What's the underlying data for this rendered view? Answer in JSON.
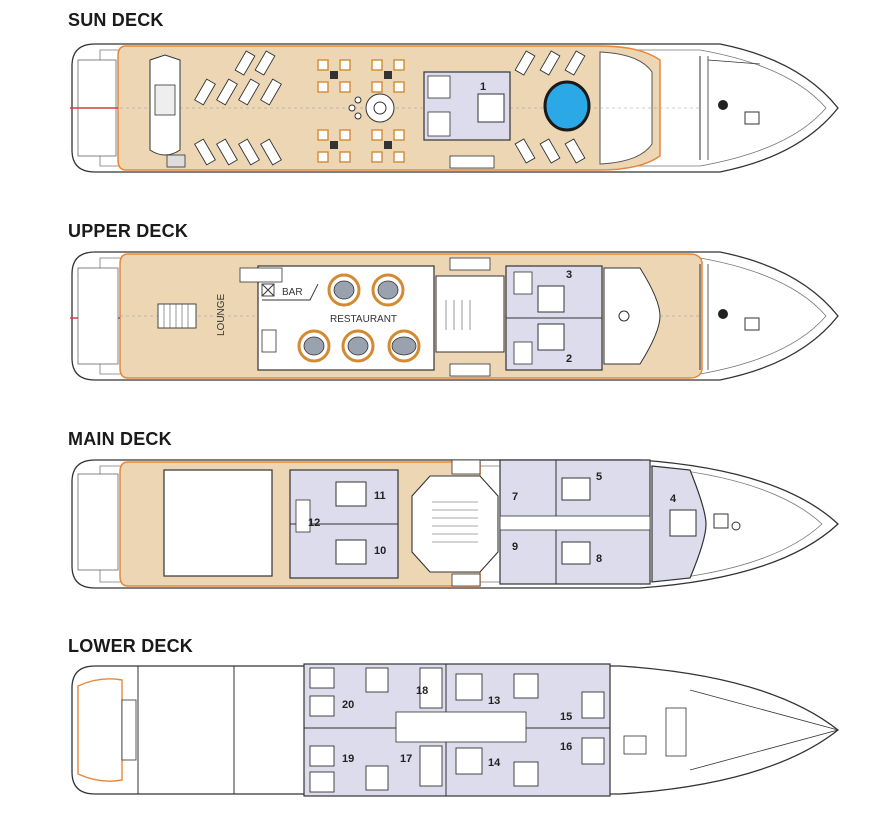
{
  "decks": [
    {
      "id": "sun",
      "title": "SUN DECK",
      "cabins": [
        "1"
      ]
    },
    {
      "id": "upper",
      "title": "UPPER DECK",
      "cabins": [
        "3",
        "2"
      ],
      "rooms": {
        "bar": "BAR",
        "restaurant": "RESTAURANT",
        "lounge": "LOUNGE"
      }
    },
    {
      "id": "main",
      "title": "MAIN DECK",
      "cabins": [
        "11",
        "12",
        "10",
        "7",
        "9",
        "5",
        "8",
        "4"
      ]
    },
    {
      "id": "lower",
      "title": "LOWER DECK",
      "cabins": [
        "18",
        "13",
        "20",
        "15",
        "16",
        "19",
        "17",
        "14"
      ]
    }
  ],
  "colors": {
    "wood": "#ecd6b4",
    "cabin": "#dcdcec",
    "hull": "#ffffff",
    "stripe": "#e8873a",
    "outline": "#333333",
    "pool": "#2aa9e6"
  }
}
